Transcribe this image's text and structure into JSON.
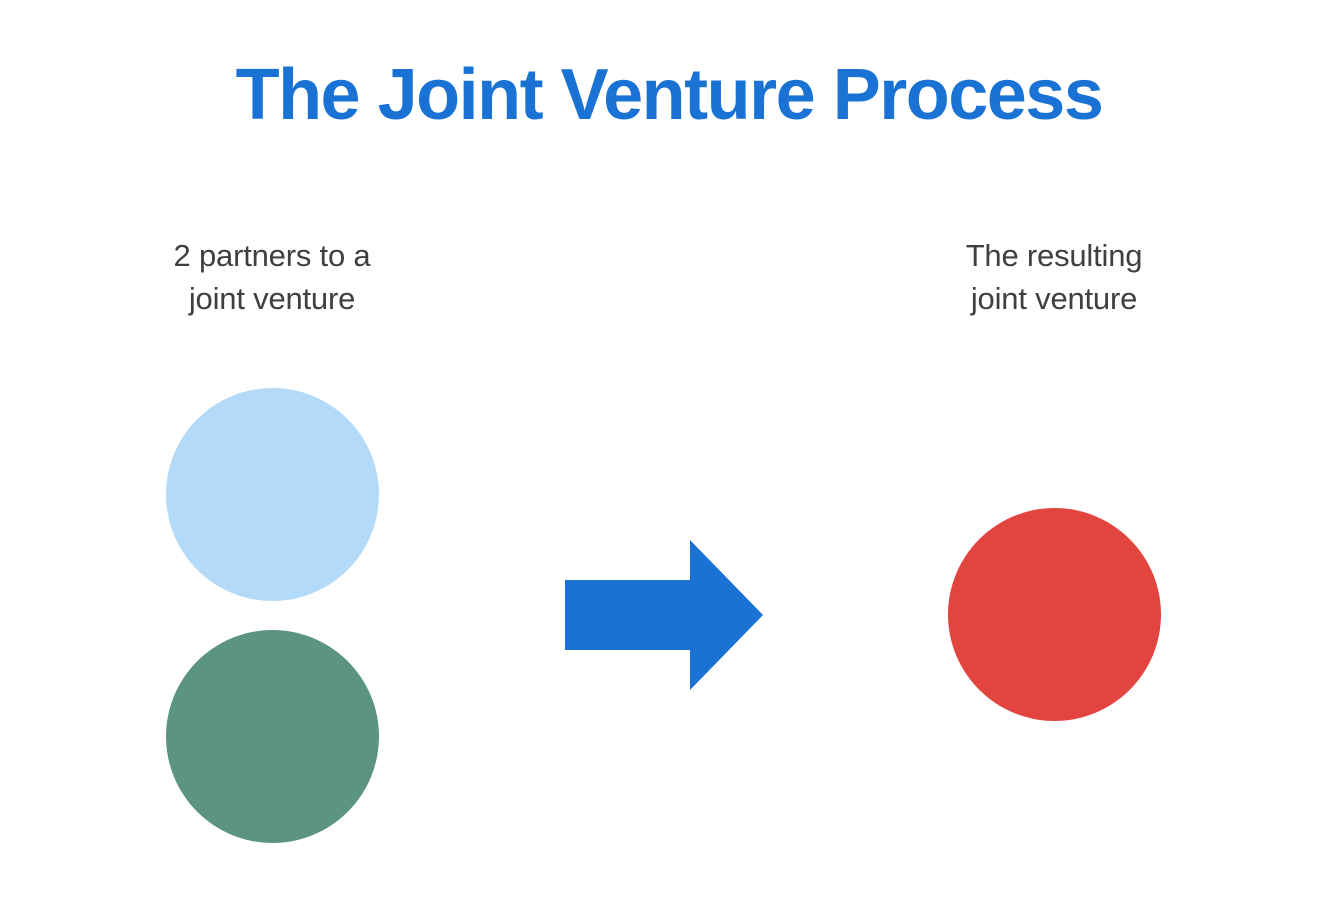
{
  "page": {
    "title": "The Joint Venture Process",
    "background_color": "#ffffff"
  },
  "colors": {
    "title_blue": "#1a73d4",
    "caption_gray": "#404041",
    "partner_a": "#b3daf9",
    "partner_b": "#5b9480",
    "joint_venture": "#e2453f",
    "arrow": "#1a73d4"
  },
  "captions": {
    "partners": {
      "line1": "2 partners to a",
      "line2": "joint venture"
    },
    "result": {
      "line1": "The resulting",
      "line2": "joint venture"
    }
  },
  "shapes": {
    "partner_a": {
      "name": "partner-circle-light-blue",
      "color": "#b3daf9"
    },
    "partner_b": {
      "name": "partner-circle-green",
      "color": "#5b9480"
    },
    "joint_venture": {
      "name": "joint-venture-circle-red",
      "color": "#e2453f"
    },
    "arrow": {
      "name": "right-arrow",
      "direction": "right",
      "color": "#1a73d4"
    }
  }
}
